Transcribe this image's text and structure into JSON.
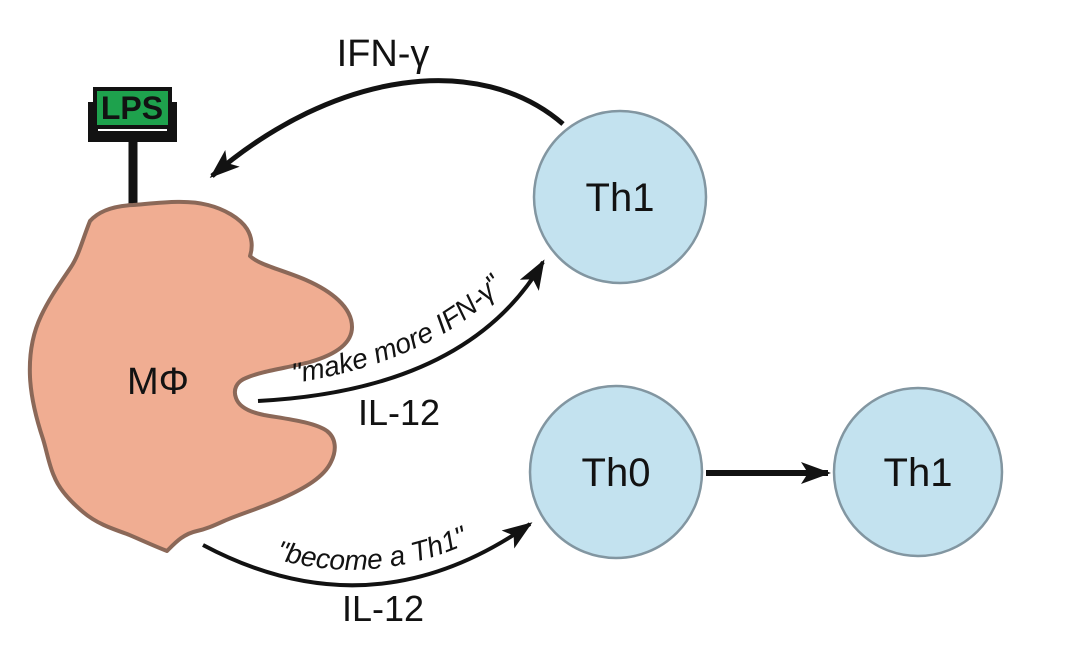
{
  "labels": {
    "ifn_gamma": "IFN-γ",
    "lps": "LPS",
    "macrophage": "MΦ",
    "make_more_ifn": "\"make more IFN-γ\"",
    "il12_upper": "IL-12",
    "th1_top": "Th1",
    "th0": "Th0",
    "th1_right": "Th1",
    "become_th1": "\"become a Th1\"",
    "il12_lower": "IL-12"
  },
  "colors": {
    "background": "#ffffff",
    "macrophage_fill": "#f0ad92",
    "macrophage_outline": "#8b6858",
    "cell_fill": "#c3e2ef",
    "cell_outline": "#8296a1",
    "lps_box_fill": "#1ea24d",
    "lps_box_border": "#121212",
    "lps_text": "#ffffff",
    "ink": "#121212"
  }
}
